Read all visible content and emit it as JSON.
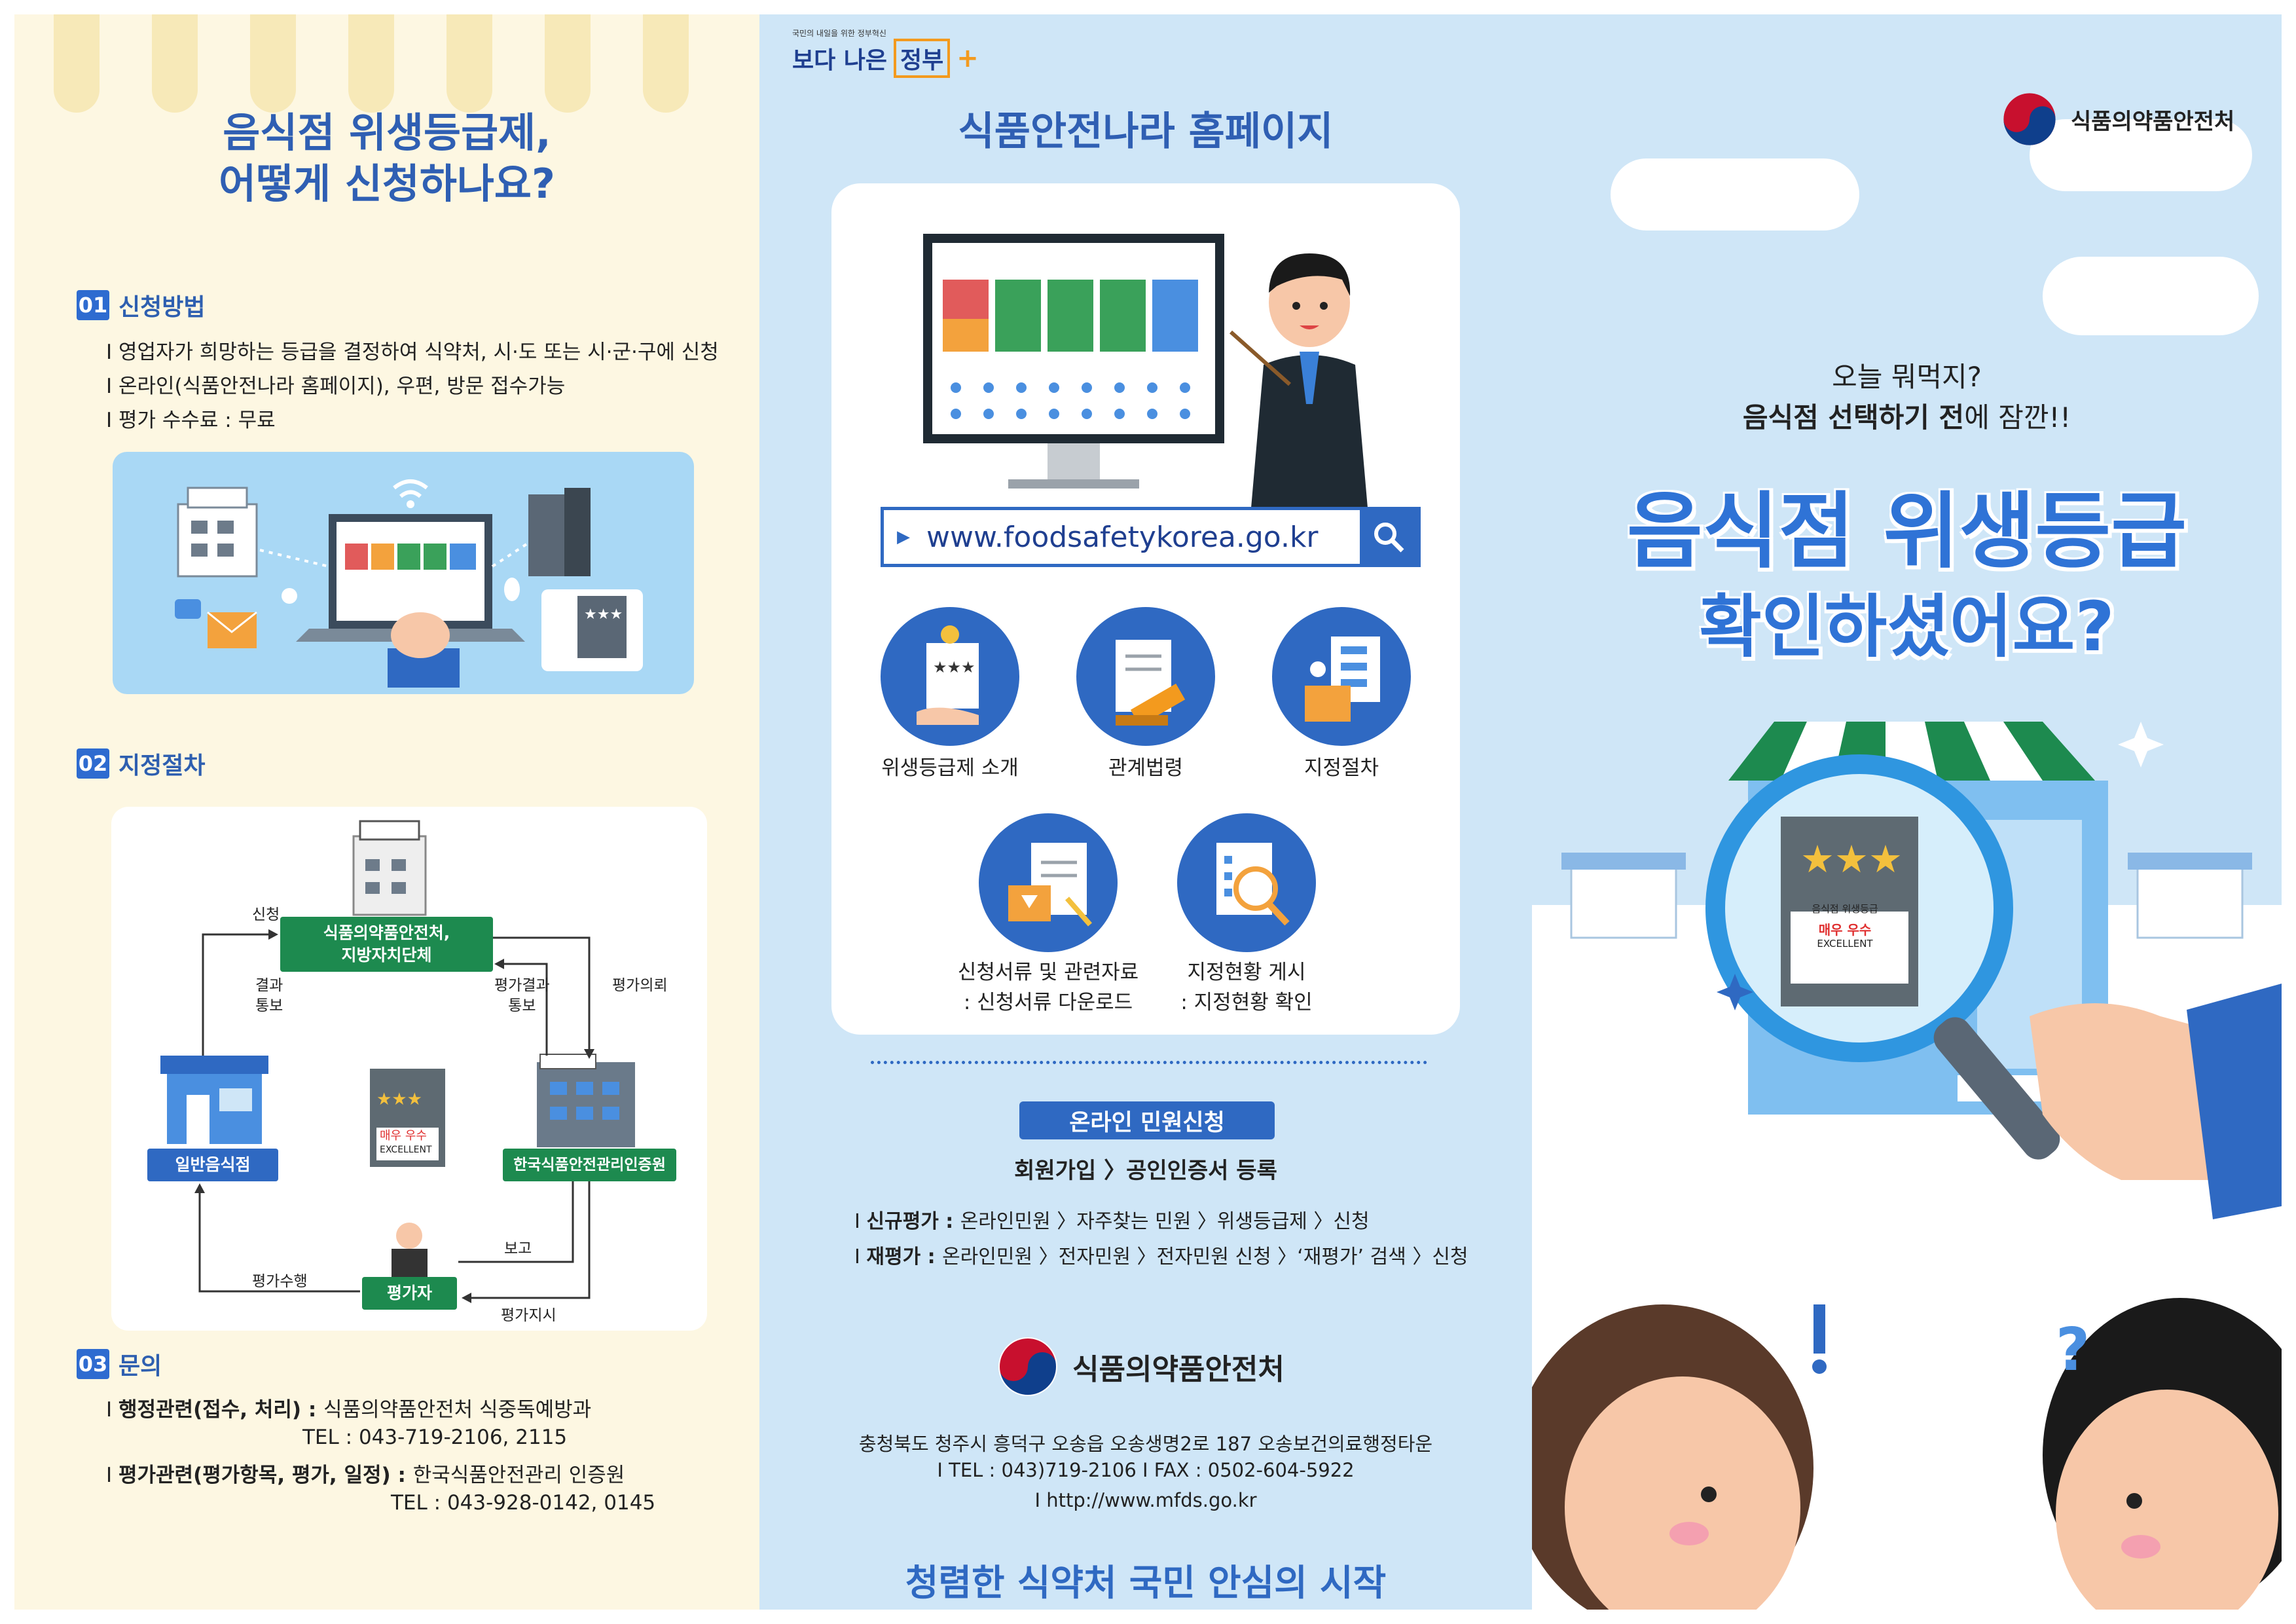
{
  "panel1": {
    "title_line1": "음식점 위생등급제,",
    "title_line2": "어떻게 신청하나요?",
    "section1": {
      "num": "01",
      "title": "신청방법",
      "bullets": [
        "영업자가 희망하는 등급을 결정하여 식약처, 시·도 또는 시·군·구에 신청",
        "온라인(식품안전나라 홈페이지), 우편, 방문 접수가능",
        "평가 수수료 : 무료"
      ]
    },
    "section2": {
      "num": "02",
      "title": "지정절차",
      "node_mfds_line1": "식품의약품안전처,",
      "node_mfds_line2": "지방자치단체",
      "node_restaurant": "일반음식점",
      "node_institute": "한국식품안전관리인증원",
      "node_evaluator": "평가자",
      "label_apply": "신청",
      "label_result_line1": "결과",
      "label_result_line2": "통보",
      "label_evalresult_line1": "평가결과",
      "label_evalresult_line2": "통보",
      "label_request": "평가의뢰",
      "label_report": "보고",
      "label_perform": "평가수행",
      "label_instruct": "평가지시",
      "badge_grade": "매우 우수",
      "badge_en": "EXCELLENT"
    },
    "section3": {
      "num": "03",
      "title": "문의",
      "admin_label": "행정관련(접수, 처리) : ",
      "admin_org": "식품의약품안전처 식중독예방과",
      "admin_tel": "TEL : 043-719-2106, 2115",
      "eval_label": "평가관련(평가항목, 평가, 일정) : ",
      "eval_org": "한국식품안전관리 인증원",
      "eval_tel": "TEL : 043-928-0142, 0145"
    }
  },
  "panel2": {
    "gov_logo_small": "국민의 내일을 위한 정부혁신",
    "gov_logo_main1": "보다 나은",
    "gov_logo_main2": "정부",
    "title": "식품안전나라 홈페이지",
    "url": "www.foodsafetykorea.go.kr",
    "circles": [
      {
        "label_line1": "위생등급제 소개",
        "label_line2": ""
      },
      {
        "label_line1": "관계법령",
        "label_line2": ""
      },
      {
        "label_line1": "지정절차",
        "label_line2": ""
      },
      {
        "label_line1": "신청서류 및 관련자료",
        "label_line2": ": 신청서류 다운로드"
      },
      {
        "label_line1": "지정현황 게시",
        "label_line2": ": 지정현황 확인"
      }
    ],
    "online_pill": "온라인 민원신청",
    "registration": "회원가입 〉공인인증서 등록",
    "new_eval_label": "신규평가 : ",
    "new_eval_path": "온라인민원 〉자주찾는 민원 〉위생등급제 〉신청",
    "re_eval_label": "재평가 : ",
    "re_eval_path": "온라인민원 〉전자민원 〉전자민원 신청 〉‘재평가’ 검색 〉신청",
    "org_name": "식품의약품안전처",
    "address": "충청북도 청주시 흥덕구 오송읍 오송생명2로 187 오송보건의료행정타운",
    "tel_fax": "I TEL : 043)719-2106  I FAX : 0502-604-5922",
    "homepage": "I http://www.mfds.go.kr",
    "slogan": "청렴한 식약처 국민 안심의 시작"
  },
  "panel3": {
    "org_name": "식품의약품안전처",
    "question1": "오늘 뭐먹지?",
    "question2_bold": "음식점 선택하기 전",
    "question2_rest": "에 잠깐!!",
    "headline1": "음식점 위생등급",
    "headline2": "확인하셨어요?",
    "badge_small": "음식점 위생등급",
    "badge_grade": "매우 우수",
    "badge_en": "EXCELLENT"
  },
  "colors": {
    "primary_blue": "#2f69c2",
    "title_blue": "#2f5fb3",
    "green": "#1d8a4f",
    "cream": "#fdf7e2",
    "sky": "#cfe6f7"
  }
}
